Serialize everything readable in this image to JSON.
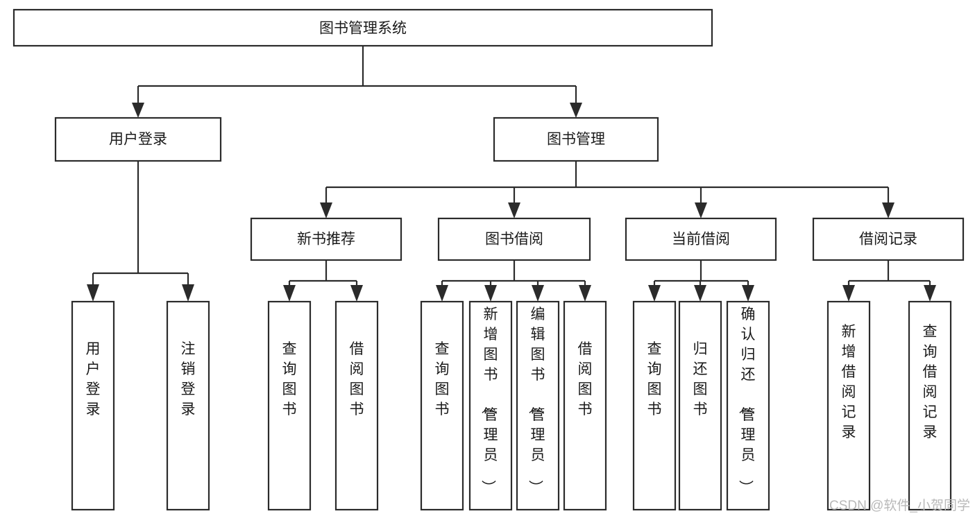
{
  "diagram": {
    "title": "图书管理系统",
    "type": "tree",
    "orientation": "top-down",
    "root": {
      "id": "root",
      "label": "图书管理系统"
    },
    "level2": [
      {
        "id": "user-login",
        "label": "用户登录"
      },
      {
        "id": "book-manage",
        "label": "图书管理"
      }
    ],
    "level3": [
      {
        "id": "new-book-rec",
        "label": "新书推荐",
        "parent": "book-manage"
      },
      {
        "id": "book-borrow",
        "label": "图书借阅",
        "parent": "book-manage"
      },
      {
        "id": "current-borrow",
        "label": "当前借阅",
        "parent": "book-manage"
      },
      {
        "id": "borrow-record",
        "label": "借阅记录",
        "parent": "book-manage"
      }
    ],
    "leaves": {
      "user-login": [
        {
          "id": "leaf-user-login",
          "label": "用户登录"
        },
        {
          "id": "leaf-logout",
          "label": "注销登录"
        }
      ],
      "new-book-rec": [
        {
          "id": "leaf-query-book-1",
          "label": "查询图书"
        },
        {
          "id": "leaf-borrow-book-1",
          "label": "借阅图书"
        }
      ],
      "book-borrow": [
        {
          "id": "leaf-query-book-2",
          "label": "查询图书"
        },
        {
          "id": "leaf-add-book",
          "label": "新增图书（管理员）"
        },
        {
          "id": "leaf-edit-book",
          "label": "编辑图书（管理员）"
        },
        {
          "id": "leaf-borrow-book-2",
          "label": "借阅图书"
        }
      ],
      "current-borrow": [
        {
          "id": "leaf-query-book-3",
          "label": "查询图书"
        },
        {
          "id": "leaf-return-book",
          "label": "归还图书"
        },
        {
          "id": "leaf-confirm-return",
          "label": "确认归还（管理员）"
        }
      ],
      "borrow-record": [
        {
          "id": "leaf-add-record",
          "label": "新增借阅记录"
        },
        {
          "id": "leaf-query-record",
          "label": "查询借阅记录"
        }
      ]
    }
  },
  "watermark": {
    "text": "CSDN @软件_小贺同学"
  },
  "colors": {
    "box_stroke": "#2b2b2b",
    "box_fill": "#ffffff",
    "text": "#1a1a1a",
    "watermark": "#b9b9b9",
    "background": "#ffffff"
  }
}
